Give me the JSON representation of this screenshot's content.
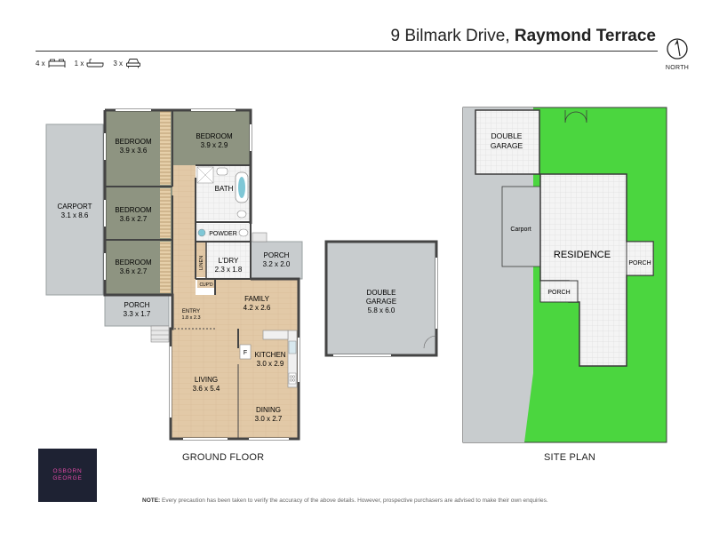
{
  "header": {
    "street": "9 Bilmark Drive,",
    "suburb": "Raymond Terrace",
    "north_label": "NORTH"
  },
  "features": [
    {
      "count": "4 x",
      "icon": "bed-icon"
    },
    {
      "count": "1 x",
      "icon": "bath-icon"
    },
    {
      "count": "3 x",
      "icon": "car-icon"
    }
  ],
  "rooms": {
    "bedroom1": {
      "name": "BEDROOM",
      "dims": "3.9 x 3.6"
    },
    "bedroom2": {
      "name": "BEDROOM",
      "dims": "3.9 x 2.9"
    },
    "bedroom3": {
      "name": "BEDROOM",
      "dims": "3.6 x 2.7"
    },
    "bedroom4": {
      "name": "BEDROOM",
      "dims": "3.6 x 2.7"
    },
    "bath": {
      "name": "BATH"
    },
    "powder": {
      "name": "POWDER"
    },
    "linen": {
      "name": "LINEN"
    },
    "laundry": {
      "name": "L'DRY",
      "dims": "2.3 x 1.8"
    },
    "porch_rear": {
      "name": "PORCH",
      "dims": "3.2 x 2.0"
    },
    "cupd": {
      "name": "CUP'D"
    },
    "carport": {
      "name": "CARPORT",
      "dims": "3.1 x 8.6"
    },
    "porch_front": {
      "name": "PORCH",
      "dims": "3.3 x 1.7"
    },
    "entry": {
      "name": "ENTRY",
      "dims": "1.8 x 2.3"
    },
    "family": {
      "name": "FAMILY",
      "dims": "4.2 x 2.6"
    },
    "kitchen": {
      "name": "KITCHEN",
      "dims": "3.0 x 2.9"
    },
    "fridge": {
      "name": "F"
    },
    "living": {
      "name": "LIVING",
      "dims": "3.6 x 5.4"
    },
    "dining": {
      "name": "DINING",
      "dims": "3.0 x 2.7"
    },
    "garage": {
      "name": "DOUBLE",
      "name2": "GARAGE",
      "dims": "5.8 x 6.0"
    }
  },
  "site_plan": {
    "garage_line1": "DOUBLE",
    "garage_line2": "GARAGE",
    "carport": "Carport",
    "residence": "RESIDENCE",
    "porch_side": "PORCH",
    "porch_front": "PORCH"
  },
  "captions": {
    "ground_floor": "GROUND FLOOR",
    "site_plan": "SITE PLAN"
  },
  "logo": {
    "line1": "OSBORN",
    "line2": "GEORGE"
  },
  "note": {
    "label": "NOTE:",
    "text": " Every precaution has been taken to verify the accuracy of the above details. However, prospective purchasers are advised to make their own enquiries."
  },
  "colors": {
    "bedroom_fill": "#8e9481",
    "floor_wood": "#e2c9a7",
    "tile": "#f2f2f2",
    "grey_area": "#c8ccce",
    "grass": "#4bd63f",
    "wall": "#444444"
  }
}
